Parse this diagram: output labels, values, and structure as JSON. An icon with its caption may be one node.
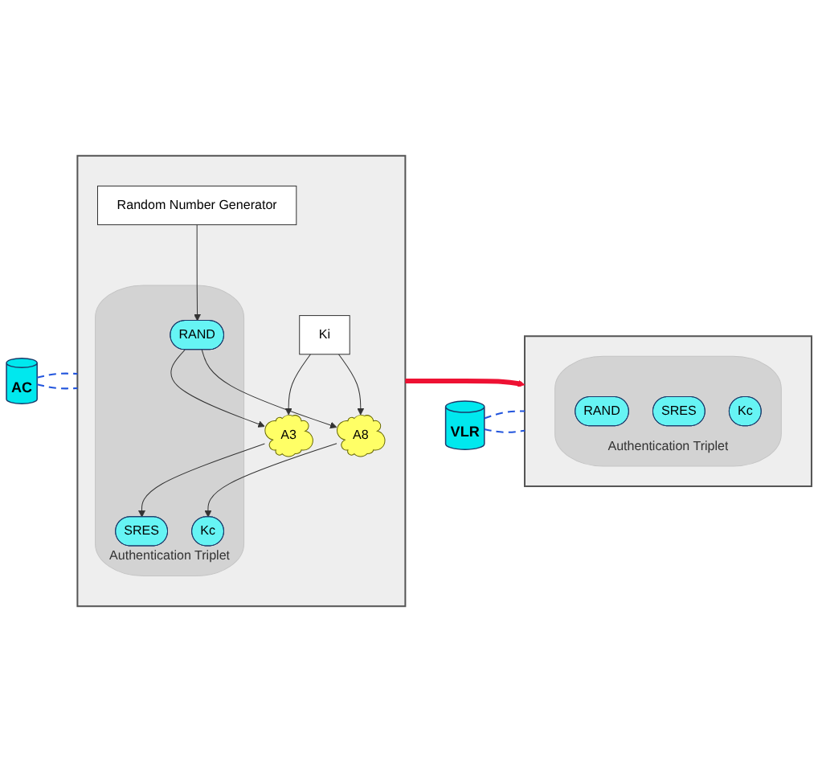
{
  "diagram": {
    "nodes": [
      {
        "text": [
          "AC"
        ]
      },
      {
        "text": [],
        "shape": "box"
      },
      {
        "text": [
          "Random Number Generator"
        ],
        "in": 1
      },
      {
        "text": [
          "Ki"
        ],
        "in": 1
      },
      {
        "text": [
          "A3"
        ],
        "in": 1
      },
      {
        "text": [
          "A8"
        ],
        "in": 1
      },
      {
        "text": [
          "Authentication Triplet"
        ],
        "in": 1
      },
      {
        "text": [
          "RAND"
        ],
        "in": 6
      },
      {
        "text": [
          "SRES"
        ],
        "in": 6
      },
      {
        "text": [
          "Kc"
        ],
        "in": 6
      },
      {
        "text": [
          "VLR"
        ]
      },
      {
        "text": [],
        "shape": "box"
      },
      {
        "text": [
          "Authentication Triplet"
        ],
        "in": 11
      },
      {
        "text": [
          "RAND"
        ],
        "in": 12
      },
      {
        "text": [
          "SRES"
        ],
        "in": 12
      },
      {
        "text": [
          "Kc"
        ],
        "in": 12
      }
    ],
    "edges": [
      {
        "from": 0,
        "to": 1,
        "arrow": "none",
        "style": "dashed",
        "color": "#2255dd"
      },
      {
        "from": 0,
        "to": 1,
        "arrow": "none",
        "style": "dashed",
        "color": "#2255dd"
      },
      {
        "from": 2,
        "to": 7,
        "arrow": "to"
      },
      {
        "from": 3,
        "to": 4,
        "arrow": "to"
      },
      {
        "from": 3,
        "to": 5,
        "arrow": "to"
      },
      {
        "from": 7,
        "to": 4,
        "arrow": "to"
      },
      {
        "from": 7,
        "to": 5,
        "arrow": "to"
      },
      {
        "from": 4,
        "to": 8,
        "arrow": "to"
      },
      {
        "from": 5,
        "to": 9,
        "arrow": "to"
      },
      {
        "from": 1,
        "to": 11,
        "arrow": "to",
        "style": "thick",
        "color": "#ee1133"
      },
      {
        "from": 10,
        "to": 11,
        "arrow": "none",
        "style": "dashed",
        "color": "#2255dd"
      },
      {
        "from": 10,
        "to": 11,
        "arrow": "none",
        "style": "dashed",
        "color": "#2255dd"
      }
    ]
  }
}
